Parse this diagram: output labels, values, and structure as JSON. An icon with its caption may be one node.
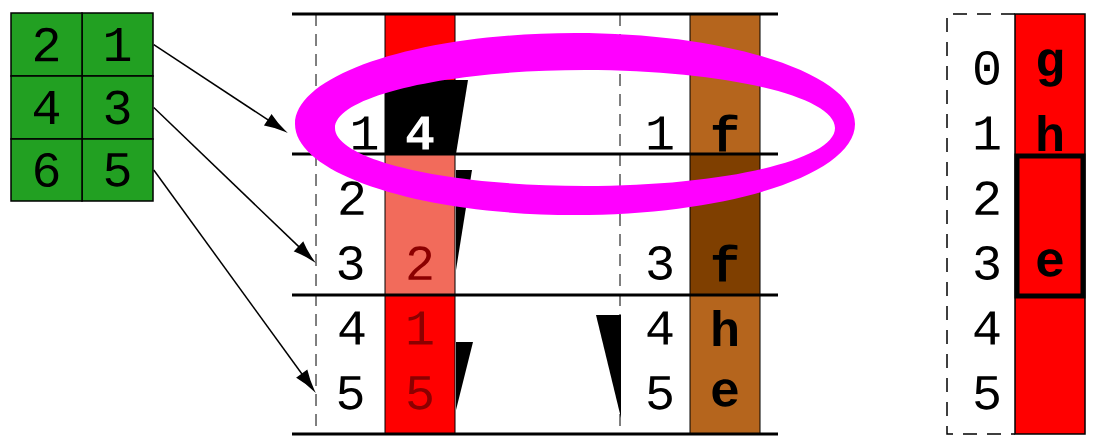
{
  "diagram": {
    "nodes": [
      {
        "text": [
          "1"
        ]
      },
      {
        "text": [
          "3"
        ]
      },
      {
        "text": [
          "5"
        ]
      },
      {
        "text": [
          "1"
        ]
      },
      {
        "text": [
          "3"
        ]
      },
      {
        "text": [
          "5"
        ]
      }
    ],
    "edges": [
      {
        "from": 0,
        "to": 3,
        "arrow": "to"
      },
      {
        "from": 1,
        "to": 4,
        "arrow": "to"
      },
      {
        "from": 2,
        "to": 5,
        "arrow": "to"
      }
    ],
    "labels": [
      "2",
      "4",
      "6",
      "2",
      "4",
      "4",
      "2",
      "1",
      "5",
      "1",
      "3",
      "4",
      "5",
      "f",
      "f",
      "h",
      "e",
      "0",
      "1",
      "2",
      "3",
      "4",
      "5",
      "g",
      "h",
      "e"
    ]
  }
}
